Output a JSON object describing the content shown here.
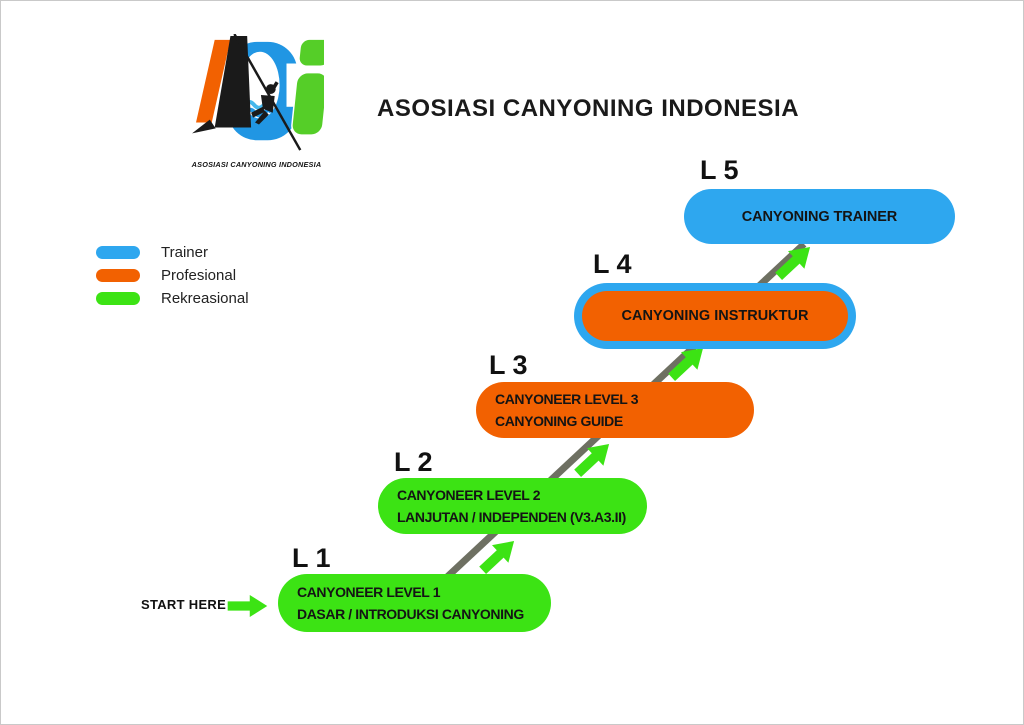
{
  "header": {
    "title": "ASOSIASI CANYONING INDONESIA"
  },
  "logo": {
    "caption": "ASOSIASI CANYONING INDONESIA"
  },
  "legend": {
    "items": [
      {
        "label": "Trainer",
        "color": "#2EA7EF"
      },
      {
        "label": "Profesional",
        "color": "#F26101"
      },
      {
        "label": "Rekreasional",
        "color": "#3CE314"
      }
    ]
  },
  "start": {
    "label": "START HERE"
  },
  "levels": [
    {
      "tag": "L 1",
      "line1": "CANYONEER LEVEL 1",
      "line2": "DASAR / INTRODUKSI CANYONING",
      "fill": "#3CE314"
    },
    {
      "tag": "L 2",
      "line1": "CANYONEER LEVEL 2",
      "line2": "LANJUTAN / INDEPENDEN (V3.A3.II)",
      "fill": "#3CE314"
    },
    {
      "tag": "L 3",
      "line1": "CANYONEER LEVEL 3",
      "line2": "CANYONING GUIDE",
      "fill": "#F26101"
    },
    {
      "tag": "L 4",
      "line1": "CANYONING INSTRUKTUR",
      "fill": "#F26101",
      "border": "#2EA7EF"
    },
    {
      "tag": "L 5",
      "line1": "CANYONING TRAINER",
      "fill": "#2EA7EF"
    }
  ],
  "colors": {
    "connector_line": "#6E7062",
    "arrow_green": "#3CE314",
    "text": "#141414",
    "page_border": "#C9C9C9",
    "logo_orange": "#F26101",
    "logo_blue": "#2196E3",
    "logo_green": "#55CE28",
    "logo_wave_blue": "#46B8EC"
  }
}
